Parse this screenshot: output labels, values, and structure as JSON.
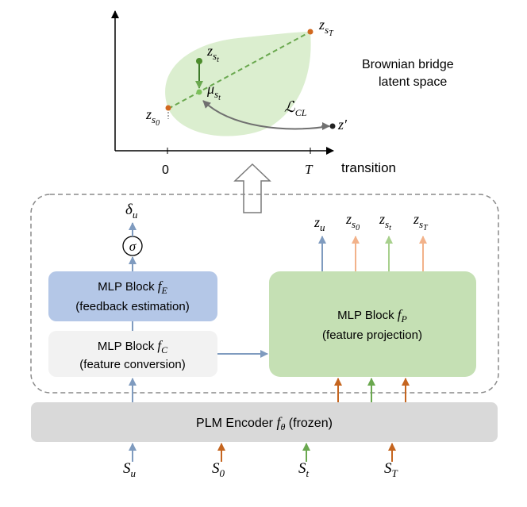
{
  "latent": {
    "title_line1": "Brownian bridge",
    "title_line2": "latent space",
    "x_axis_label": "transition",
    "tick_zero": "0",
    "tick_T": "T",
    "point_z_sT_main": "z",
    "point_z_sT_sub": "s",
    "point_z_sT_subsub": "T",
    "point_z_st_main": "z",
    "point_z_st_sub": "s",
    "point_z_st_subsub": "t",
    "point_mu_main": "μ",
    "point_mu_sub": "s",
    "point_mu_subsub": "t",
    "point_z_s0_main": "z",
    "point_z_s0_sub": "s",
    "point_z_s0_subsub": "0",
    "loss_main": "ℒ",
    "loss_sub": "CL",
    "z_prime": "z′"
  },
  "blocks": {
    "mlp_e_line1": "MLP Block ",
    "mlp_e_sym": "f",
    "mlp_e_sub": "E",
    "mlp_e_line2": "(feedback estimation)",
    "mlp_c_line1": "MLP Block ",
    "mlp_c_sym": "f",
    "mlp_c_sub": "C",
    "mlp_c_line2": "(feature conversion)",
    "mlp_p_line1": "MLP Block ",
    "mlp_p_sym": "f",
    "mlp_p_sub": "P",
    "mlp_p_line2": "(feature projection)",
    "encoder_text": "PLM Encoder ",
    "encoder_sym": "f",
    "encoder_sub": "θ",
    "encoder_tail": " (frozen)",
    "sigma": "σ"
  },
  "outputs": {
    "delta_main": "δ",
    "delta_sub": "u",
    "zu_main": "z",
    "zu_sub": "u",
    "zs0_main": "z",
    "zs0_sub": "s",
    "zs0_subsub": "0",
    "zst_main": "z",
    "zst_sub": "s",
    "zst_subsub": "t",
    "zsT_main": "z",
    "zsT_sub": "s",
    "zsT_subsub": "T"
  },
  "inputs": {
    "su_main": "S",
    "su_sub": "u",
    "s0_main": "S",
    "s0_sub": "0",
    "st_main": "S",
    "st_sub": "t",
    "sT_main": "S",
    "sT_sub": "T"
  },
  "colors": {
    "blue_arrow": "#7f9bbf",
    "orange_arrow": "#c5651f",
    "light_orange_arrow": "#f2b28a",
    "green_arrow": "#6aa84f",
    "light_green_arrow": "#a8d08d",
    "mlp_e_fill": "#b4c7e7",
    "mlp_c_fill": "#f2f2f2",
    "mlp_p_fill": "#c5e0b4",
    "encoder_fill": "#d9d9d9",
    "leaf_fill": "#dbeecf"
  }
}
